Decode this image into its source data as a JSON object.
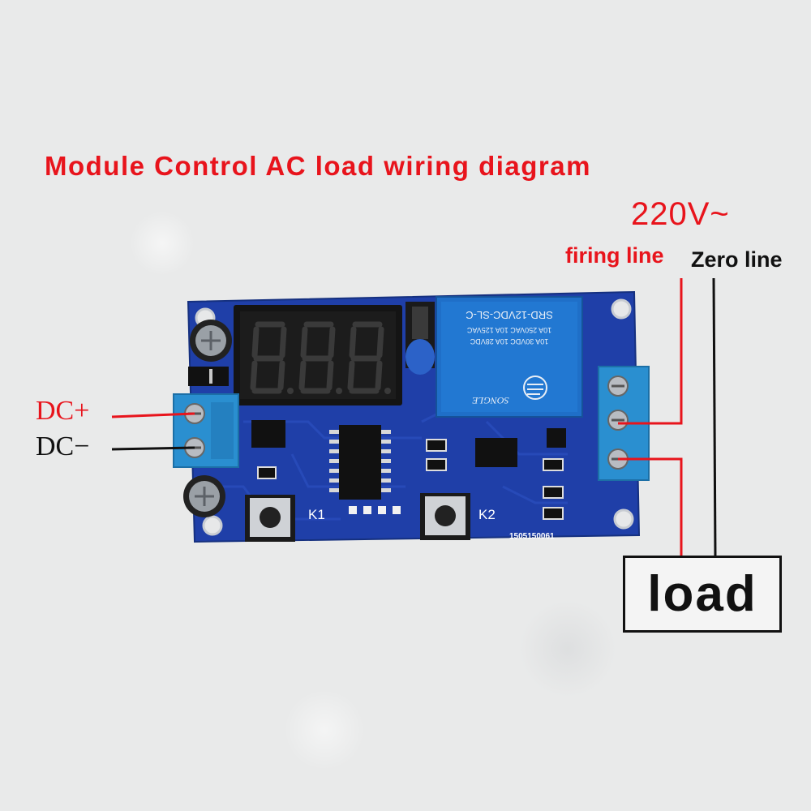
{
  "diagram": {
    "title": "Module Control AC load wiring diagram",
    "supply_voltage": "220V~",
    "firing_line_label": "firing line",
    "zero_line_label": "Zero line",
    "dc_plus_label": "DC+",
    "dc_minus_label": "DC−",
    "load_label": "load"
  },
  "board": {
    "relay_text_1": "SRD-12VDC-SL-C",
    "relay_text_2": "10A 250VAC 10A 125VAC",
    "relay_text_3": "10A 30VDC 10A 28VDC",
    "relay_brand": "SONGLE",
    "display_digits": "8.8.8.",
    "button_1_label": "K1",
    "button_2_label": "K2",
    "serial_number": "1505150061"
  },
  "colors": {
    "accent_red": "#e8141c",
    "wire_black": "#111111",
    "pcb_blue": "#1f3fa8",
    "terminal_blue": "#2a8fd0",
    "relay_blue": "#1f6fc8"
  }
}
